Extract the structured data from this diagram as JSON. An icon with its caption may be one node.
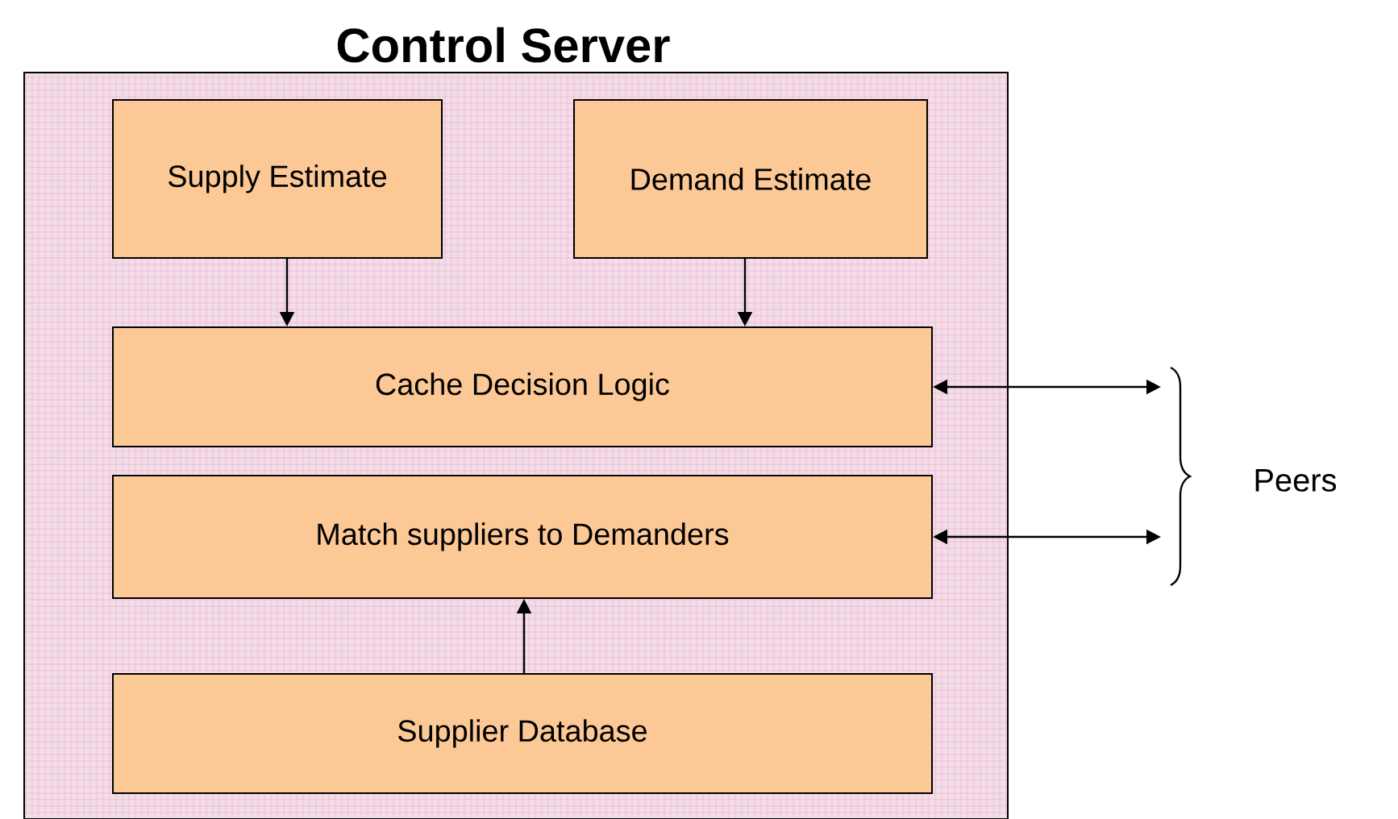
{
  "diagram": {
    "nodes": [
      {
        "text": [
          "Control Server"
        ]
      },
      {
        "text": [
          "Supply Estimate"
        ],
        "in": 0
      },
      {
        "text": [
          "Demand Estimate"
        ],
        "in": 0
      },
      {
        "text": [
          "Cache Decision Logic"
        ],
        "in": 0
      },
      {
        "text": [
          "Match suppliers to Demanders"
        ],
        "in": 0
      },
      {
        "text": [
          "Supplier Database"
        ],
        "in": 0
      },
      {
        "text": [
          "Peers"
        ]
      }
    ],
    "edges": [
      {
        "from": 1,
        "to": 3,
        "arrow": "to"
      },
      {
        "from": 2,
        "to": 3,
        "arrow": "to"
      },
      {
        "from": 5,
        "to": 4,
        "arrow": "to"
      },
      {
        "from": 3,
        "to": 6,
        "arrow": "both"
      },
      {
        "from": 4,
        "to": 6,
        "arrow": "both"
      }
    ]
  }
}
